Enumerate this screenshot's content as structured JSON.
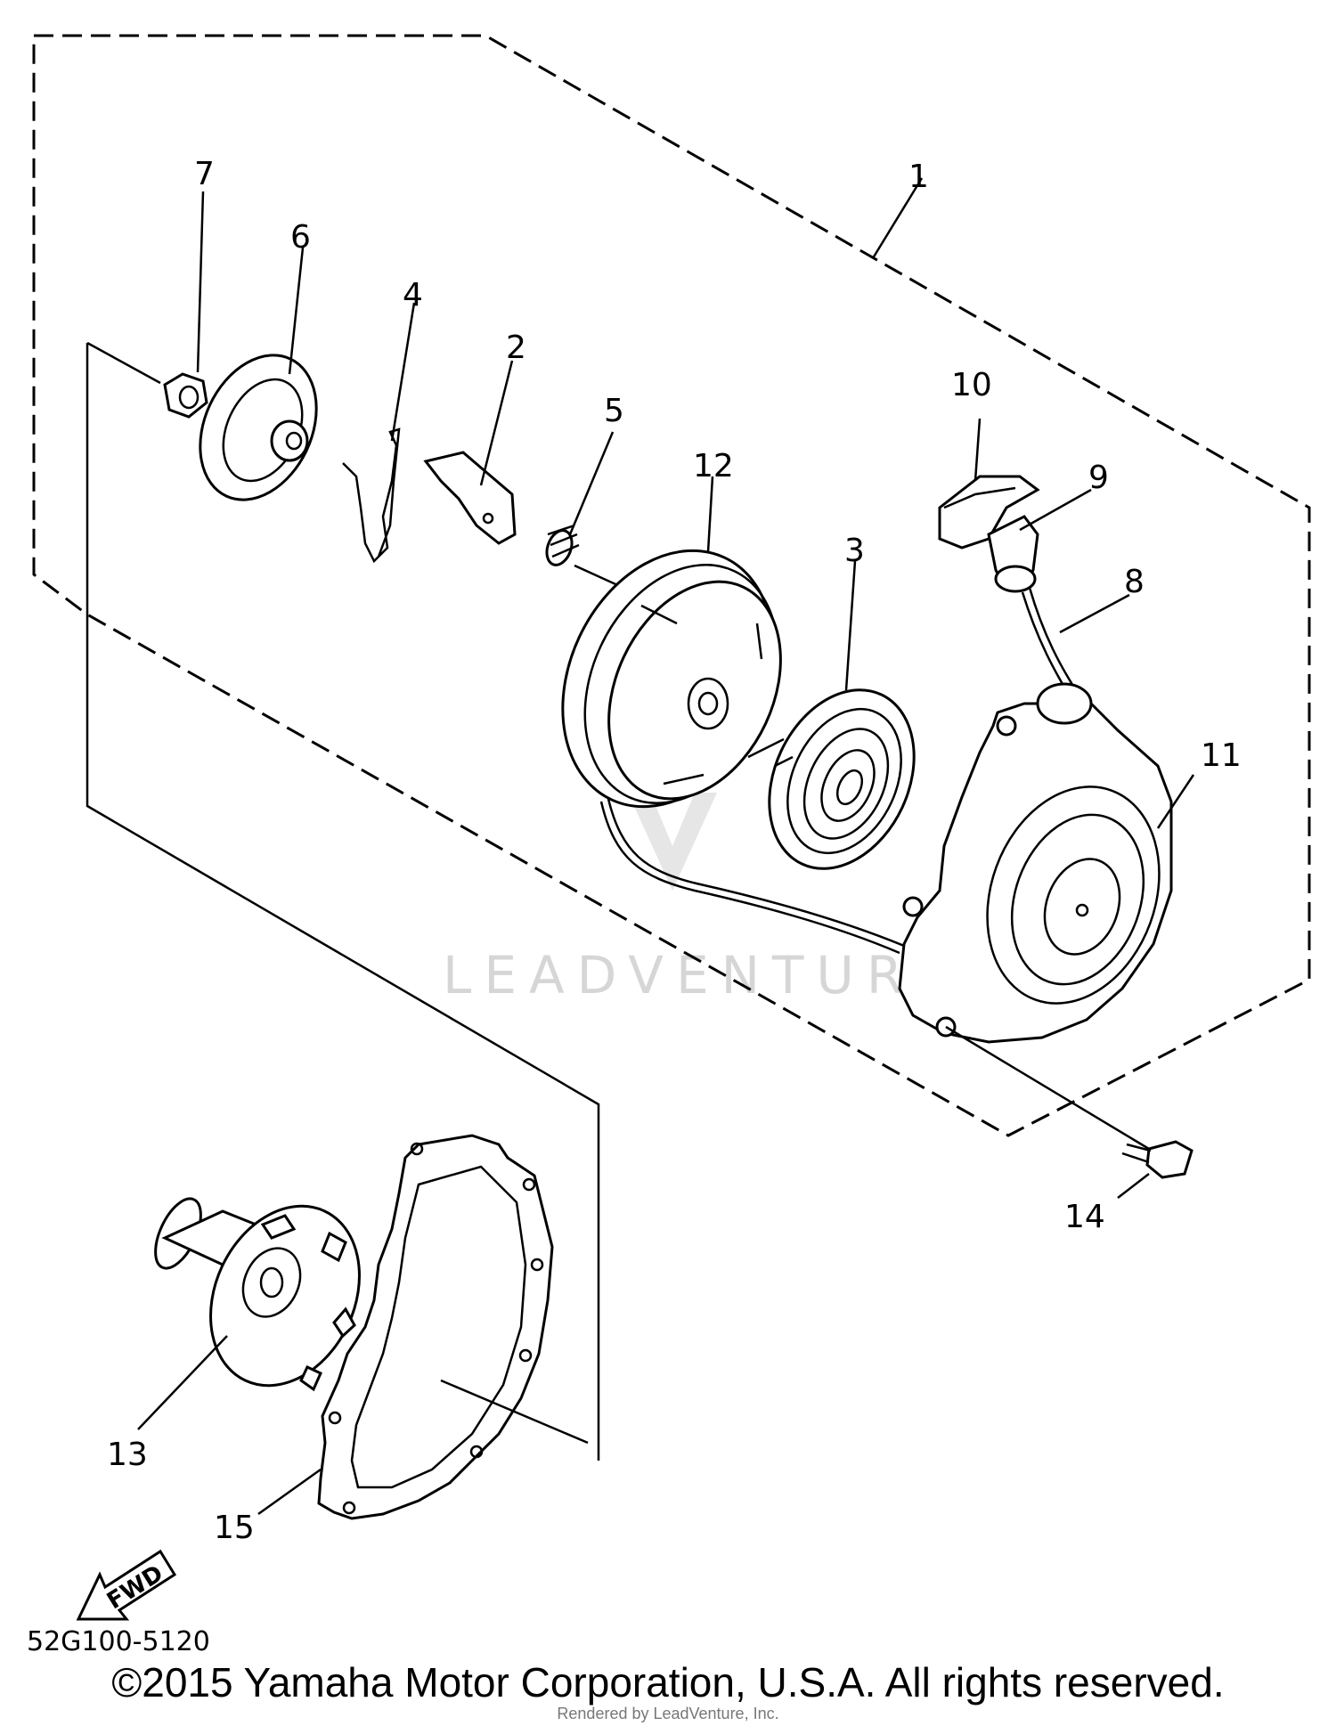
{
  "callouts": {
    "p1": "1",
    "p2": "2",
    "p3": "3",
    "p4": "4",
    "p5": "5",
    "p6": "6",
    "p7": "7",
    "p8": "8",
    "p9": "9",
    "p10": "10",
    "p11": "11",
    "p12": "12",
    "p13": "13",
    "p14": "14",
    "p15": "15"
  },
  "fwd_label": "FWD",
  "drawing_code": "52G100-5120",
  "watermark": "LEADVENTURE",
  "copyright": "©2015 Yamaha Motor Corporation, U.S.A. All rights reserved.",
  "rendered_by": "Rendered by LeadVenture, Inc."
}
